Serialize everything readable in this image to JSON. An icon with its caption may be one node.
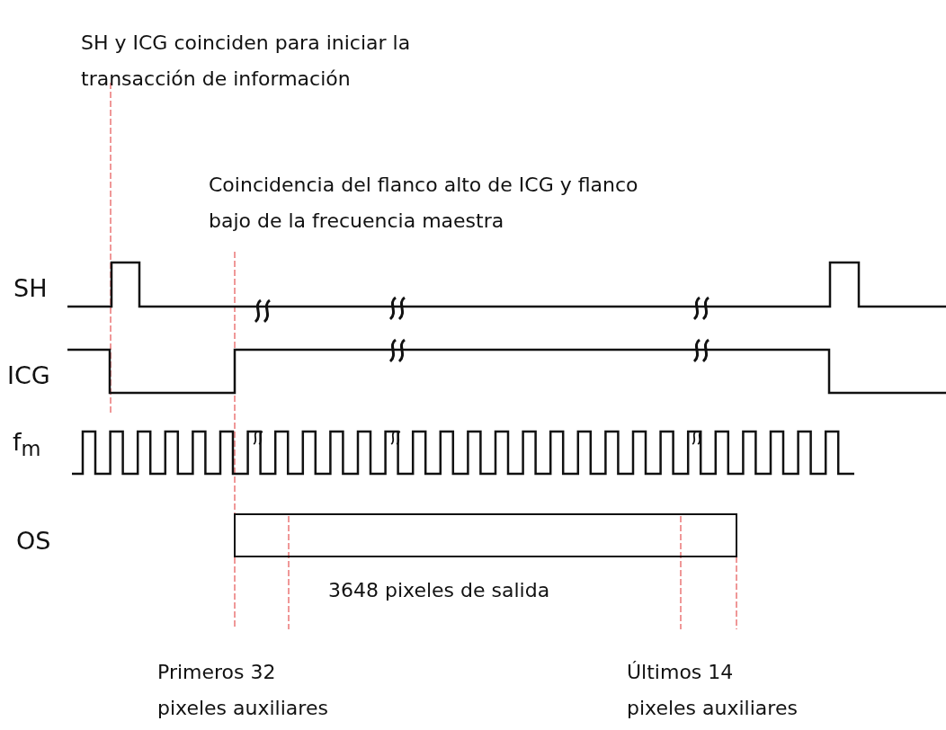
{
  "diagram": {
    "labels": [
      "SH y ICG coinciden para iniciar la transacción de información",
      "Coincidencia del flanco alto de ICG y flanco bajo de la frecuencia maestra",
      "SH",
      "ICG",
      "f$_{m}$",
      "OS",
      "3648 pixeles de salida",
      "Primeros 32 pixeles auxiliares",
      "Últimos 14 pixeles auxiliares"
    ]
  }
}
